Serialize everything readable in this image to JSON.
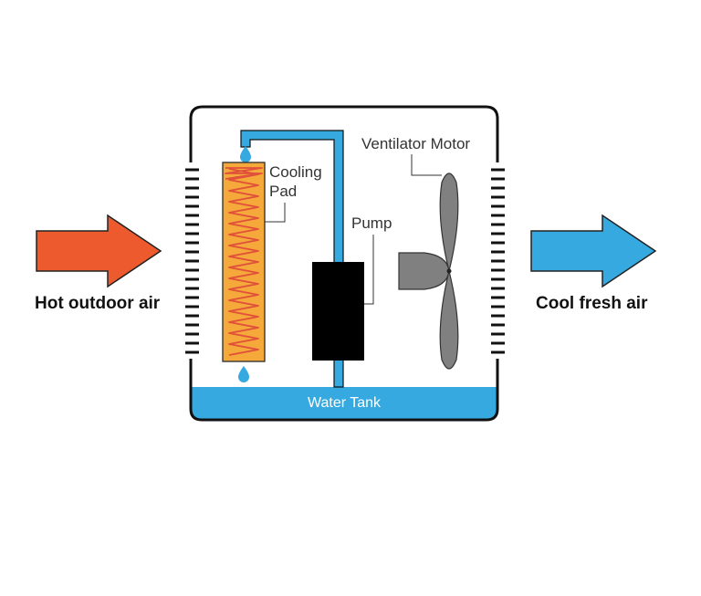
{
  "labels": {
    "hot_air": "Hot outdoor air",
    "cool_air": "Cool fresh air",
    "cooling_pad_line1": "Cooling",
    "cooling_pad_line2": "Pad",
    "pump": "Pump",
    "ventilator_motor": "Ventilator Motor",
    "water_tank": "Water Tank"
  },
  "colors": {
    "hot_arrow": "#ec5a2e",
    "cool_arrow": "#36a9e1",
    "water": "#36a9e1",
    "pad_fill": "#f6a93b",
    "pad_zigzag": "#e0503a",
    "pump": "#000000",
    "fan": "#808080",
    "outline": "#111111"
  }
}
